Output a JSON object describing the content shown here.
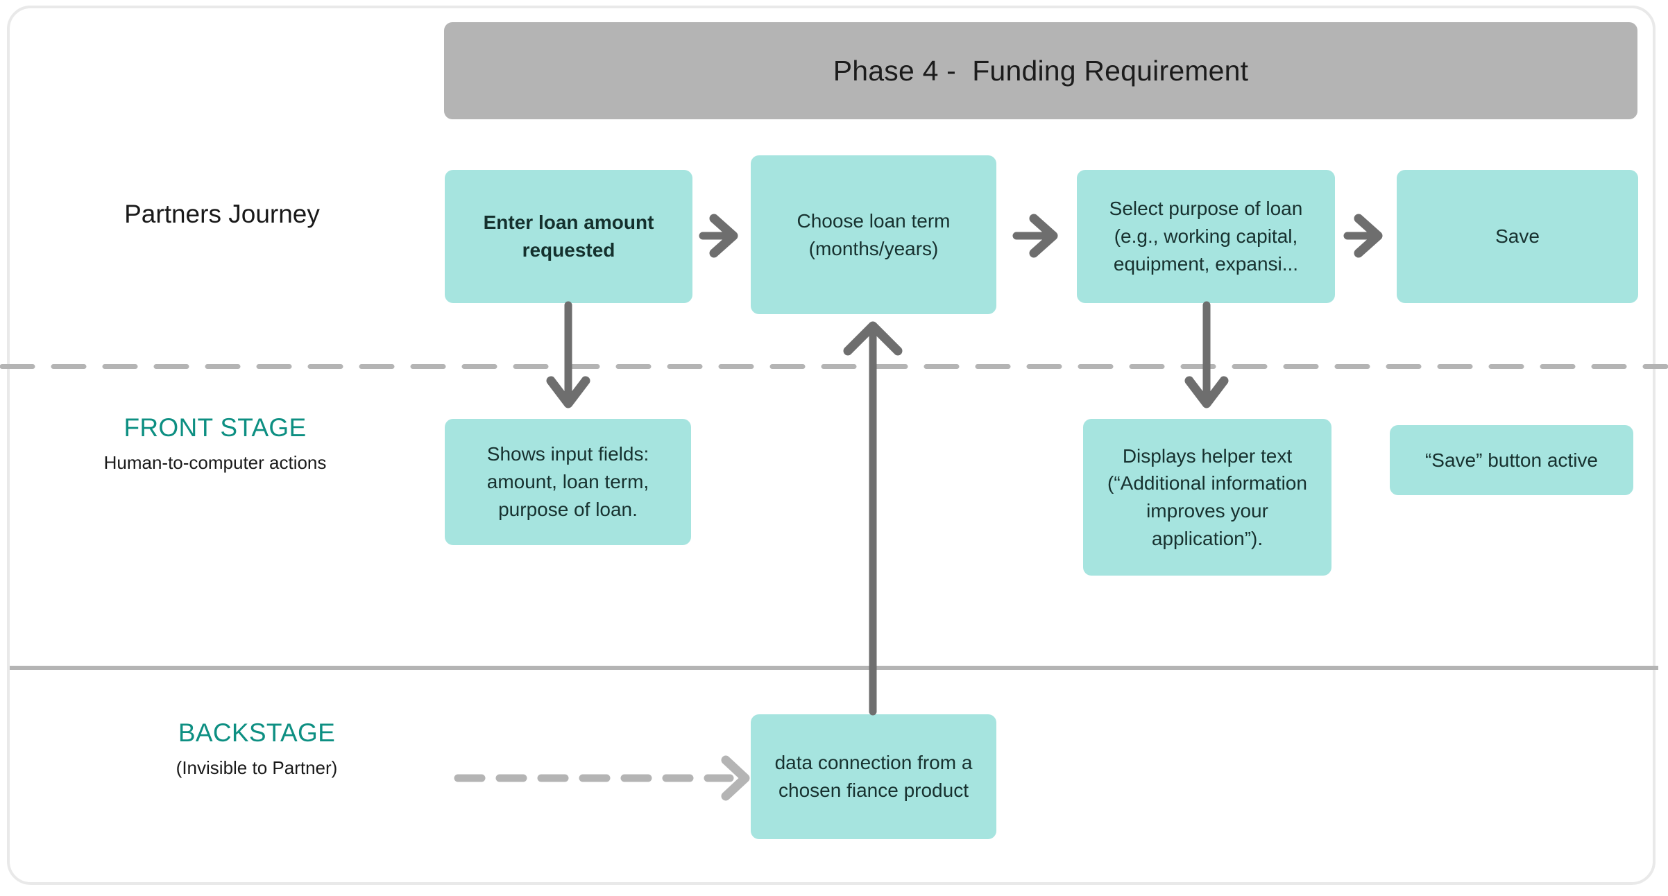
{
  "diagram": {
    "type": "service-blueprint",
    "phase_header": {
      "title": "Phase 4 -  Funding Requirement",
      "background_color": "#b4b4b4"
    },
    "colors": {
      "card_fill": "#a6e4df",
      "card_text": "#17312f",
      "lane_accent": "#0d8f82",
      "arrow_solid": "#6e6e6e",
      "arrow_dashed": "#b4b4b4",
      "divider": "#b4b4b4",
      "frame_border": "#e9e9e9"
    },
    "lanes": [
      {
        "id": "partners-journey",
        "title": "Partners Journey",
        "subtitle": "",
        "title_color": "#191919"
      },
      {
        "id": "front-stage",
        "title": "FRONT STAGE",
        "subtitle": "Human-to-computer actions",
        "title_color": "#0d8f82"
      },
      {
        "id": "backstage",
        "title": "BACKSTAGE",
        "subtitle": "(Invisible to Partner)",
        "title_color": "#0d8f82"
      }
    ],
    "journey_steps": [
      {
        "id": "step-1",
        "label": "Enter loan amount requested",
        "bold": true
      },
      {
        "id": "step-2",
        "label": "Choose loan term (months/years)",
        "bold": false
      },
      {
        "id": "step-3",
        "label": "Select purpose of loan (e.g., working capital, equipment, expansi...",
        "bold": false
      },
      {
        "id": "step-4",
        "label": "Save",
        "bold": false
      }
    ],
    "front_stage_items": [
      {
        "id": "fs-1",
        "label": "Shows input fields: amount, loan term, purpose of loan."
      },
      {
        "id": "fs-2",
        "label": "Displays helper text (“Additional information improves your application”)."
      },
      {
        "id": "fs-3",
        "label": "“Save” button active"
      }
    ],
    "backstage_items": [
      {
        "id": "bs-1",
        "label": "data connection from a chosen fiance product"
      }
    ],
    "connectors": [
      {
        "id": "conn-step1-step2",
        "kind": "solid-arrow",
        "direction": "right",
        "from": "step-1",
        "to": "step-2"
      },
      {
        "id": "conn-step2-step3",
        "kind": "solid-arrow",
        "direction": "right",
        "from": "step-2",
        "to": "step-3"
      },
      {
        "id": "conn-step3-step4",
        "kind": "solid-arrow",
        "direction": "right",
        "from": "step-3",
        "to": "step-4"
      },
      {
        "id": "conn-step1-fs1",
        "kind": "solid-arrow",
        "direction": "down",
        "from": "step-1",
        "to": "fs-1"
      },
      {
        "id": "conn-step3-fs2",
        "kind": "solid-arrow",
        "direction": "down",
        "from": "step-3",
        "to": "fs-2"
      },
      {
        "id": "conn-bs1-step2",
        "kind": "solid-arrow",
        "direction": "up",
        "from": "bs-1",
        "to": "step-2"
      },
      {
        "id": "conn-lane-bs1",
        "kind": "dashed-arrow",
        "direction": "right",
        "from": "backstage-lane",
        "to": "bs-1"
      }
    ]
  }
}
